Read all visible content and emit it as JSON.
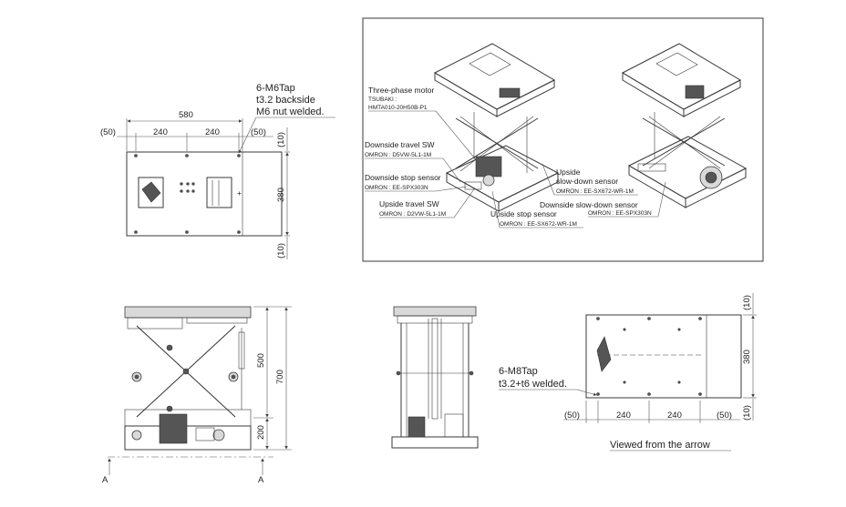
{
  "top_view": {
    "tap_note": [
      "6-M6Tap",
      "t3.2 backside",
      "M6 nut welded."
    ],
    "dims": {
      "overall": "580",
      "left": "(50)",
      "mid1": "240",
      "mid2": "240",
      "right": "(50)",
      "height": "380",
      "top_margin": "(10)",
      "bottom_margin": "(10)"
    }
  },
  "isometric": {
    "labels": {
      "motor_title": "Three-phase motor",
      "motor_maker": "TSUBAKI :",
      "motor_model": "HMTA010-20H50B-P1",
      "dst_title": "Downside travel SW",
      "dst_model": "OMRON : D5VW-5L1-1M",
      "dss_title": "Downside stop sensor",
      "dss_model": "OMRON : EE-SPX303N",
      "ust_title": "Upside travel SW",
      "ust_model": "OMRON : D2VW-5L1-1M",
      "uss_title": "Upside stop sensor",
      "uss_model": "OMRON : EE-SX672-WR-1M",
      "usd_title1": "Upside",
      "usd_title2": "slow-down sensor",
      "usd_model": "OMRON : EE-SX672-WR-1M",
      "dsd_title": "Downside slow-down sensor",
      "dsd_model": "OMRON : EE-SPX303N"
    }
  },
  "front_view": {
    "dims": {
      "upper": "500",
      "overall": "700",
      "lower": "200"
    },
    "section_marker": "A"
  },
  "bottom_view": {
    "tap_note": [
      "6-M8Tap",
      "t3.2+t6 welded."
    ],
    "dims": {
      "left": "(50)",
      "mid1": "240",
      "mid2": "240",
      "right": "(50)",
      "height": "380",
      "top_margin": "(10)",
      "bottom_margin": "(10)"
    },
    "caption": "Viewed from the arrow"
  }
}
